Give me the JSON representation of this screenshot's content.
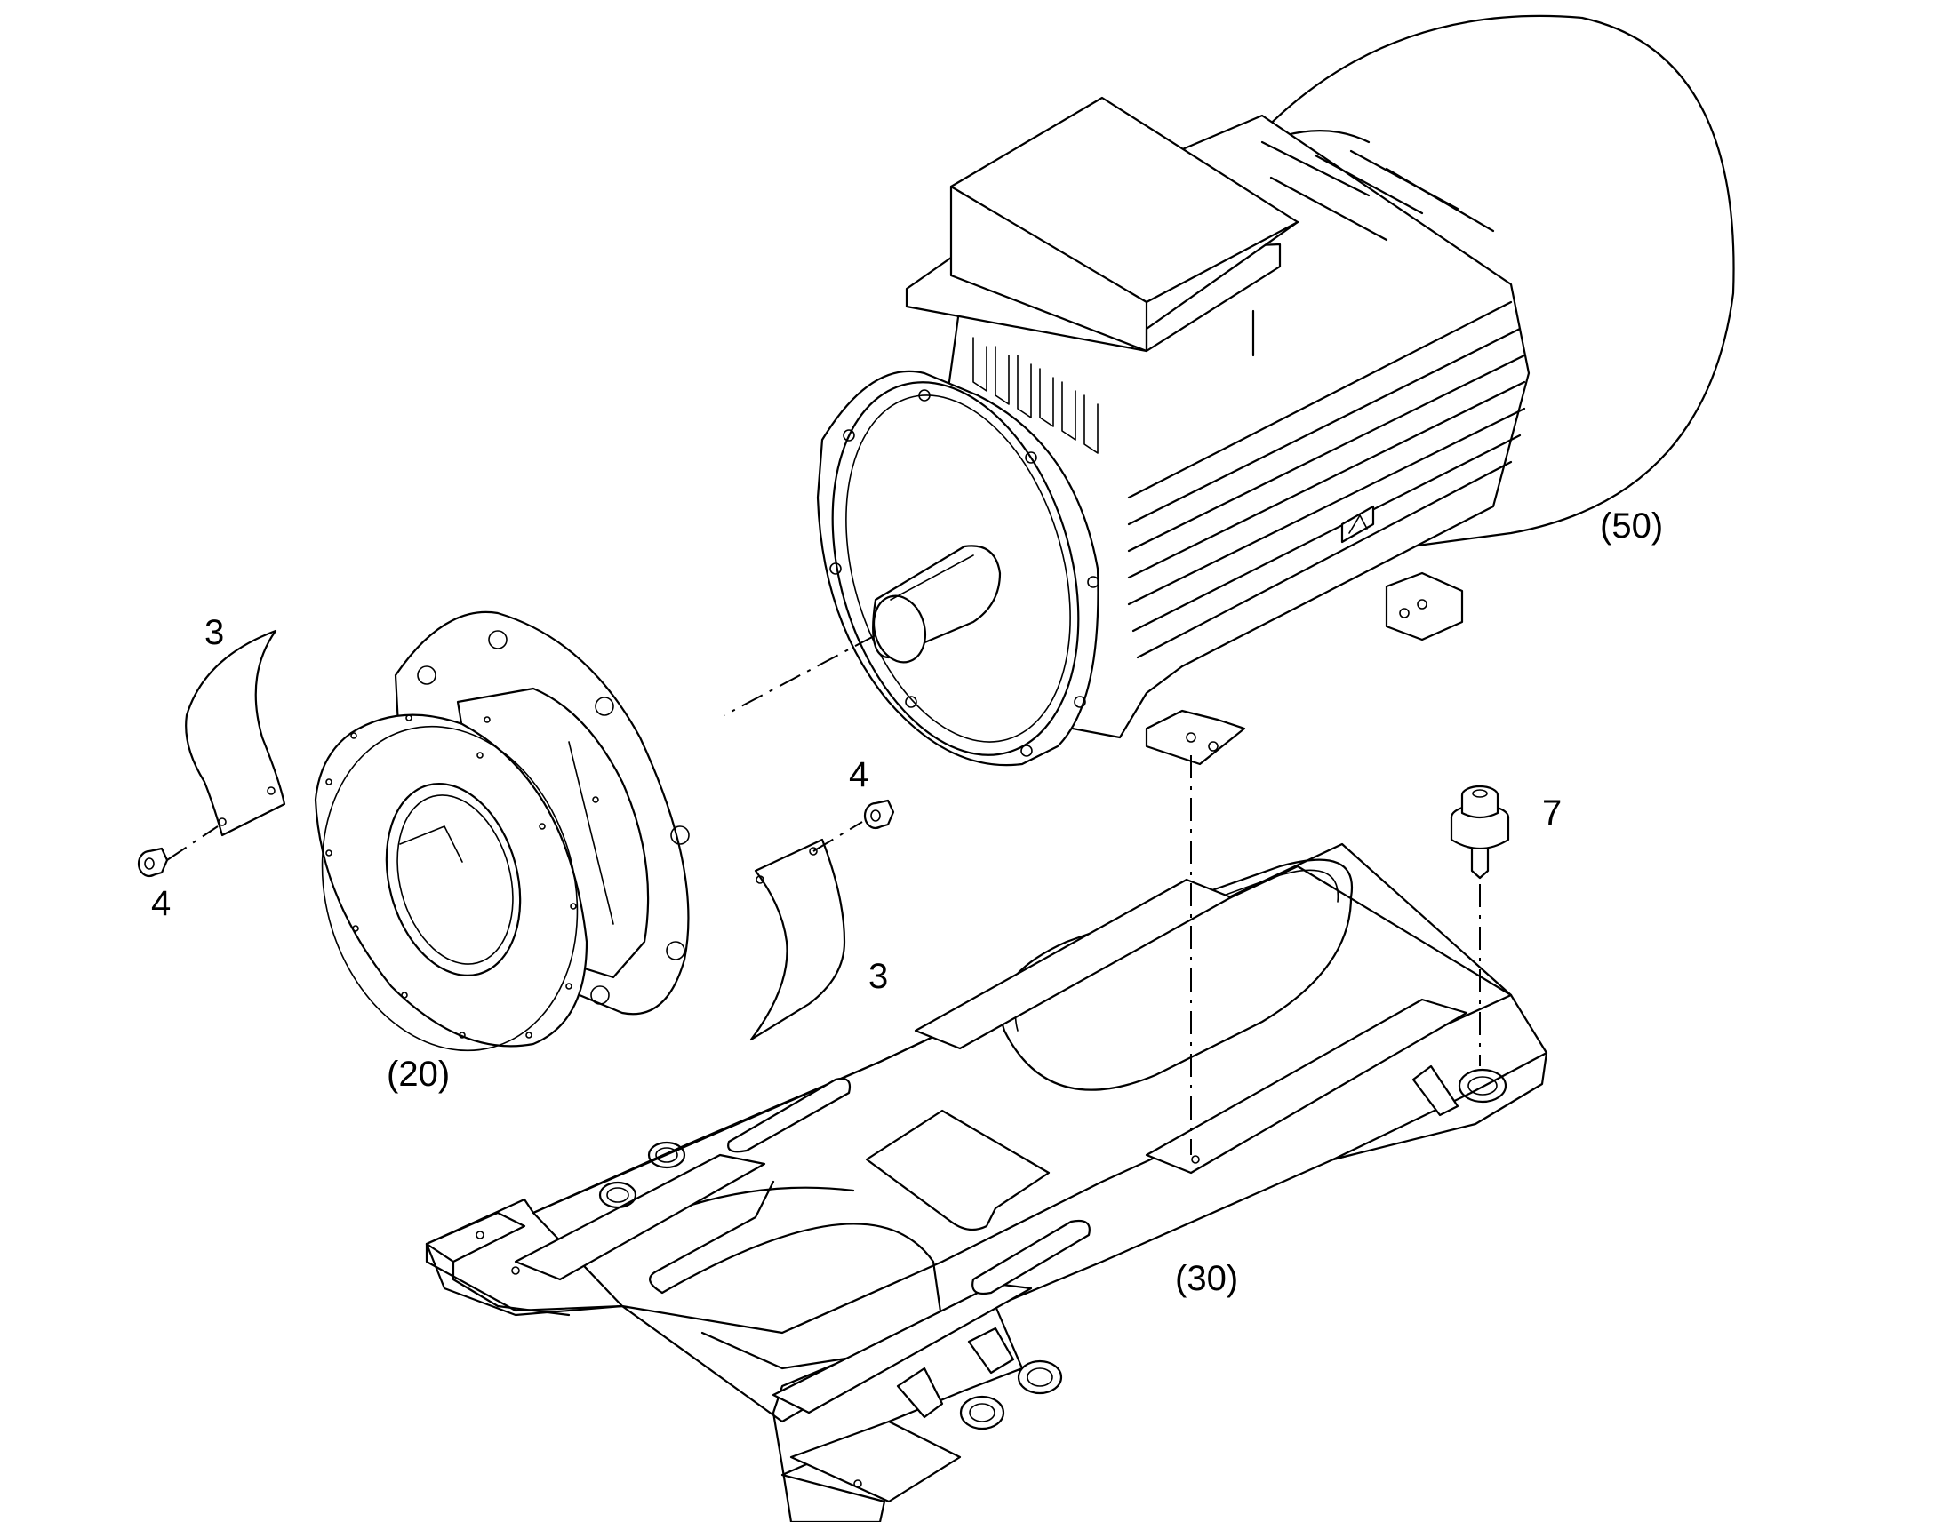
{
  "labels": {
    "motor": "(50)",
    "adapter": "(20)",
    "baseplate": "(30)",
    "cover_left": "3",
    "cover_right": "3",
    "screw_left": "4",
    "screw_right": "4",
    "bolt": "7"
  },
  "colors": {
    "line": "#000000",
    "background": "#ffffff"
  }
}
